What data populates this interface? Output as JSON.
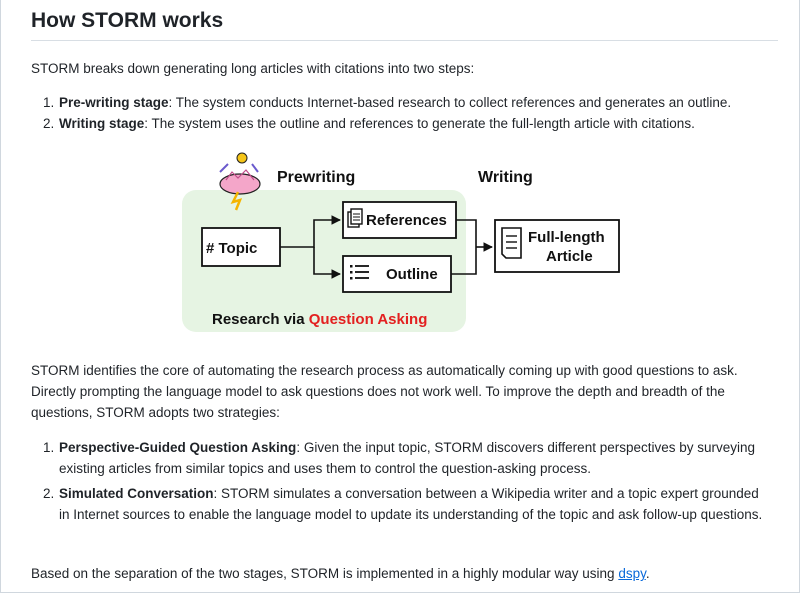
{
  "page": {
    "title": "How STORM works",
    "intro": "STORM breaks down generating long articles with citations into two steps:",
    "steps": [
      {
        "num": "1.",
        "label": "Pre-writing stage",
        "text": ": The system conducts Internet-based research to collect references and generates an outline."
      },
      {
        "num": "2.",
        "label": "Writing stage",
        "text": ": The system uses the outline and references to generate the full-length article with citations."
      }
    ],
    "para2": "STORM identifies the core of automating the research process as automatically coming up with good questions to ask. Directly prompting the language model to ask questions does not work well. To improve the depth and breadth of the questions, STORM adopts two strategies:",
    "strategies": [
      {
        "num": "1.",
        "label": "Perspective-Guided Question Asking",
        "text": ": Given the input topic, STORM discovers different perspectives by surveying existing articles from similar topics and uses them to control the question-asking process."
      },
      {
        "num": "2.",
        "label": "Simulated Conversation",
        "text": ": STORM simulates a conversation between a Wikipedia writer and a topic expert grounded in Internet sources to enable the language model to update its understanding of the topic and ask follow-up questions."
      }
    ],
    "closing_before": "Based on the separation of the two stages, STORM is implemented in a highly modular way using ",
    "closing_link": "dspy",
    "closing_after": "."
  },
  "figure": {
    "prewriting": "Prewriting",
    "writing": "Writing",
    "topic": "# Topic",
    "references": "References",
    "outline": "Outline",
    "article_line1": "Full-length",
    "article_line2": "Article",
    "footer_prefix": "Research via ",
    "footer_highlight": "Question Asking"
  },
  "colors": {
    "panel_green": "#e6f4e3",
    "highlight_red": "#e32020",
    "link_blue": "#0969da"
  }
}
